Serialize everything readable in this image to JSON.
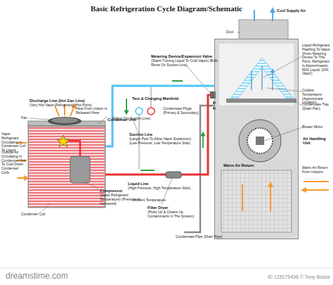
{
  "diagram": {
    "title": "Basic Refrigeration Cycle Diagram/Schematic",
    "nodes": [
      {
        "text": [
          "Condenser Unit"
        ]
      },
      {
        "text": [
          "Air Handling Unit"
        ]
      }
    ],
    "edges": [
      {
        "from": 1,
        "to": 0,
        "arrow": "none"
      },
      {
        "from": 0,
        "to": 1,
        "arrow": "none"
      }
    ],
    "labels": [
      "Discharge Line (Hot Gas Line)",
      "(Very Hot Vapor Refrigerant) (Hot Point)",
      "Fan",
      "Heat From Indoor Is Released Here",
      "Test & Charging Manifold",
      "Fitting (On Suction Line)",
      "Suction Line",
      "(Larger Pipe To Allow Vapor Expansion) (Low Pressure, Low Temperature Side)",
      "Metering Device/Expansion Valve",
      "(Starts Turning Liquid To Cold Vapor) (Bulb Rests On Suction Line)",
      "Duct",
      "Cool Supply Air",
      "Liquid Refrigerant Flashing To Vapor (From Metering Device To This Point, Refrigerant Is Approximately 80% Liquid, 20% Vapor)",
      "Coldest Temperature (Approximate Location)",
      "Condensate Tray (Drain Pan)",
      "Blower Motor",
      "Warm Air Return From Indoors",
      "Warm Air Return",
      "Condensate Plugs (Primary & Secondary)",
      "Vapor Refrigerant Circulating In Condenser Coil To Liquid",
      "Outside Air Circulating In Condenser Unit To Cool Down Condenser Coils",
      "Condenser Coil",
      "Liquid Line",
      "(High Pressure, High Temperature Side)",
      "Compressor",
      "(Vapor Refrigerant Temperature) (Pressure Is Increased)",
      "Ambient Temperature",
      "Filter Dryer",
      "(Picks Up & Cleans Up Contaminants In The System)",
      "Condensate Pipe (Drain Pipe)",
      "dreamstime.com",
      "ID 125175436 © Tony Bosse"
    ]
  }
}
